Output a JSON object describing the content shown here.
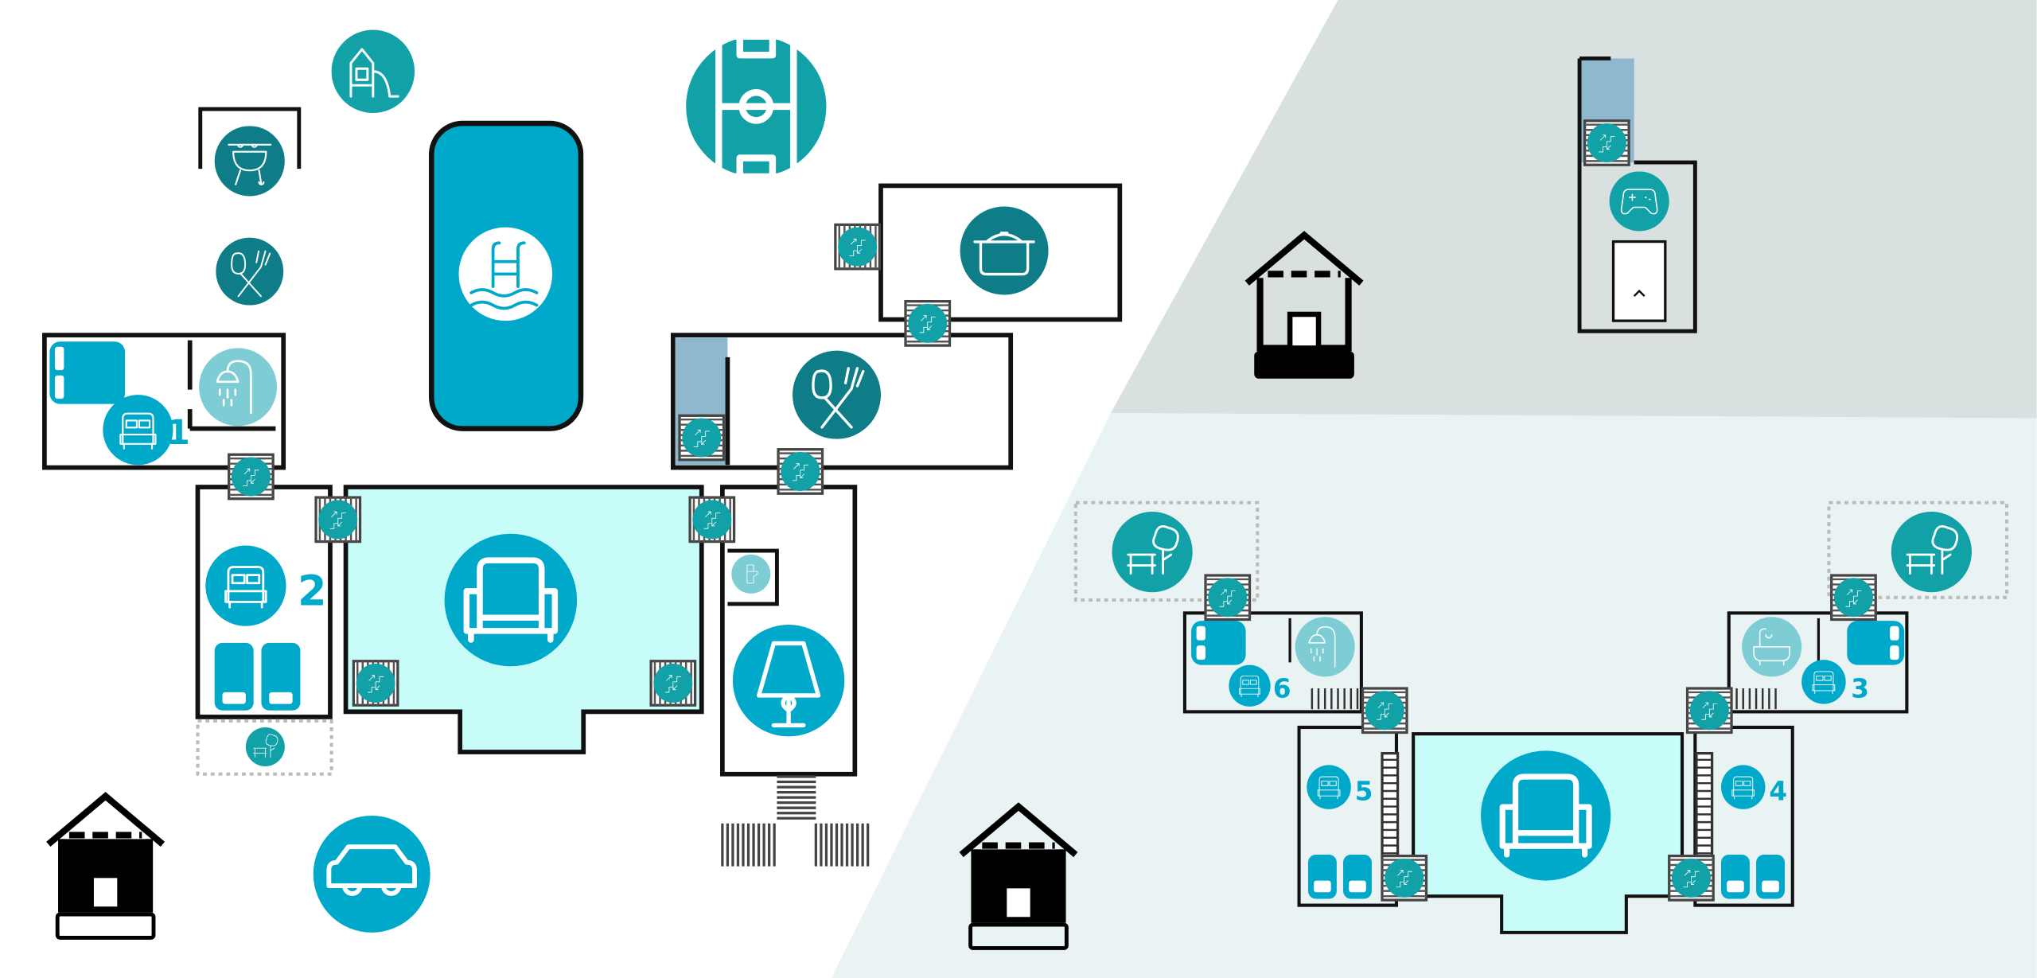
{
  "colors": {
    "teal": "#00a9c9",
    "teal_mid": "#12a1a7",
    "teal_dark": "#0e7d87",
    "teal_light": "#7fcdd4",
    "living_fill": "#c8fcf9",
    "column_blue": "#8fb8cf",
    "wall": "#111111",
    "upper_floor_bg": "#d9e0e0",
    "lower_floor_bg": "#e9f3f3"
  },
  "room_numbers": {
    "r1": "1",
    "r2": "2",
    "r3": "3",
    "r4": "4",
    "r5": "5",
    "r6": "6"
  },
  "icons": [
    "playground-icon",
    "football-field-icon",
    "bbq-icon",
    "dining-icon",
    "pool-icon",
    "shower-icon",
    "bed-icon",
    "stairs-icon",
    "sofa-icon",
    "toilet-icon",
    "lamp-icon",
    "cooking-pot-icon",
    "car-icon",
    "house-icon",
    "game-controller-icon",
    "pool-table-icon",
    "garden-icon",
    "bathtub-icon"
  ]
}
